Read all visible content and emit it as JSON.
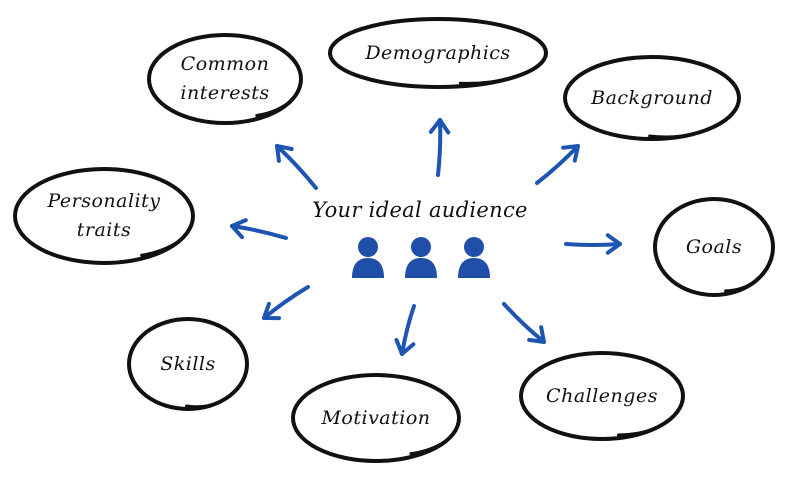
{
  "center": {
    "title": "Your ideal audience",
    "icon": "people-icon",
    "icon_count": 3
  },
  "nodes": [
    {
      "id": "common-interests",
      "line1": "Common",
      "line2": "interests"
    },
    {
      "id": "demographics",
      "line1": "Demographics",
      "line2": ""
    },
    {
      "id": "background",
      "line1": "Background",
      "line2": ""
    },
    {
      "id": "personality-traits",
      "line1": "Personality",
      "line2": "traits"
    },
    {
      "id": "goals",
      "line1": "Goals",
      "line2": ""
    },
    {
      "id": "skills",
      "line1": "Skills",
      "line2": ""
    },
    {
      "id": "motivation",
      "line1": "Motivation",
      "line2": ""
    },
    {
      "id": "challenges",
      "line1": "Challenges",
      "line2": ""
    }
  ],
  "colors": {
    "arrow": "#1f55b2",
    "person": "#1f4fa8",
    "ring": "#111111",
    "text": "#111111"
  }
}
